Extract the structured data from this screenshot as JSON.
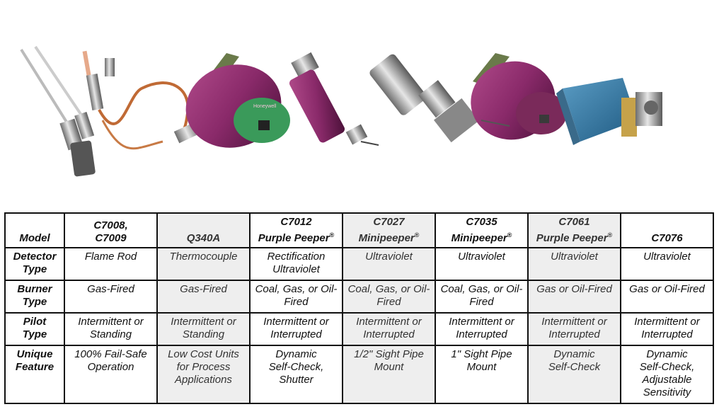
{
  "table": {
    "row_labels": {
      "model": [
        "Model"
      ],
      "detector": [
        "Detector",
        "Type"
      ],
      "burner": [
        "Burner",
        "Type"
      ],
      "pilot": [
        "Pilot",
        "Type"
      ],
      "unique": [
        "Unique",
        "Feature"
      ]
    },
    "models": [
      {
        "lines": [
          "C7008,",
          "C7009"
        ]
      },
      {
        "lines": [
          "Q340A"
        ]
      },
      {
        "lines": [
          "C7012",
          "Purple Peeper"
        ],
        "mark": "®"
      },
      {
        "lines": [
          "C7027",
          "Minipeeper"
        ],
        "mark": "®"
      },
      {
        "lines": [
          "C7035",
          "Minipeeper"
        ],
        "mark": "®"
      },
      {
        "lines": [
          "C7061",
          "Purple Peeper"
        ],
        "mark": "®"
      },
      {
        "lines": [
          "C7076"
        ]
      }
    ],
    "detector_type": [
      [
        "Flame Rod"
      ],
      [
        "Thermocouple"
      ],
      [
        "Rectification",
        "Ultraviolet"
      ],
      [
        "Ultraviolet"
      ],
      [
        "Ultraviolet"
      ],
      [
        "Ultraviolet"
      ],
      [
        "Ultraviolet"
      ]
    ],
    "burner_type": [
      [
        "Gas-Fired"
      ],
      [
        "Gas-Fired"
      ],
      [
        "Coal, Gas, or Oil-",
        "Fired"
      ],
      [
        "Coal, Gas, or Oil-",
        "Fired"
      ],
      [
        "Coal, Gas, or Oil-",
        "Fired"
      ],
      [
        "Gas or Oil-Fired"
      ],
      [
        "Gas or Oil-Fired"
      ]
    ],
    "pilot_type": [
      [
        "Intermittent or",
        "Standing"
      ],
      [
        "Intermittent or",
        "Standing"
      ],
      [
        "Intermittent or",
        "Interrupted"
      ],
      [
        "Intermittent or",
        "Interrupted"
      ],
      [
        "Intermittent or",
        "Interrupted"
      ],
      [
        "Intermittent or",
        "Interrupted"
      ],
      [
        "Intermittent or",
        "Interrupted"
      ]
    ],
    "unique_feature": [
      [
        "100% Fail-Safe",
        "Operation"
      ],
      [
        "Low Cost Units",
        "for Process",
        "Applications"
      ],
      [
        "Dynamic",
        "Self-Check,",
        "Shutter"
      ],
      [
        "1/2\" Sight Pipe",
        "Mount"
      ],
      [
        "1\" Sight Pipe",
        "Mount"
      ],
      [
        "Dynamic",
        "Self-Check"
      ],
      [
        "Dynamic",
        "Self-Check,",
        "Adjustable",
        "Sensitivity"
      ]
    ],
    "shaded_columns": [
      1,
      3,
      5
    ]
  },
  "images": {
    "brand_print": "Honeywell"
  }
}
